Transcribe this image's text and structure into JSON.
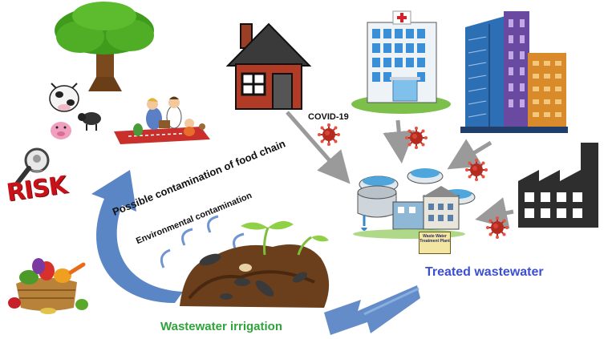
{
  "labels": {
    "covid": "COVID-19",
    "treated_wastewater": "Treated wastewater",
    "wastewater_irrigation": "Wastewater irrigation",
    "food_chain": "Possible contamination of food chain",
    "environmental": "Environmental contamination",
    "risk": "RISK",
    "plant_sign": "Waste Water Treatment Plant"
  },
  "colors": {
    "arrow_blue": "#5b86c6",
    "virus_red": "#b52a1f",
    "treated_text": "#3c4fd0",
    "irrigation_text": "#2fa33b",
    "risk_red": "#c8121a"
  },
  "icons": [
    "tree-icon",
    "house-icon",
    "hospital-icon",
    "skyscraper-icon",
    "factory-icon",
    "virus-icon",
    "treatment-plant-icon",
    "soil-seedling-icon",
    "vegetable-basket-icon",
    "cow-icon",
    "pig-icon",
    "sheep-icon",
    "family-picnic-icon",
    "magnifier-icon"
  ]
}
